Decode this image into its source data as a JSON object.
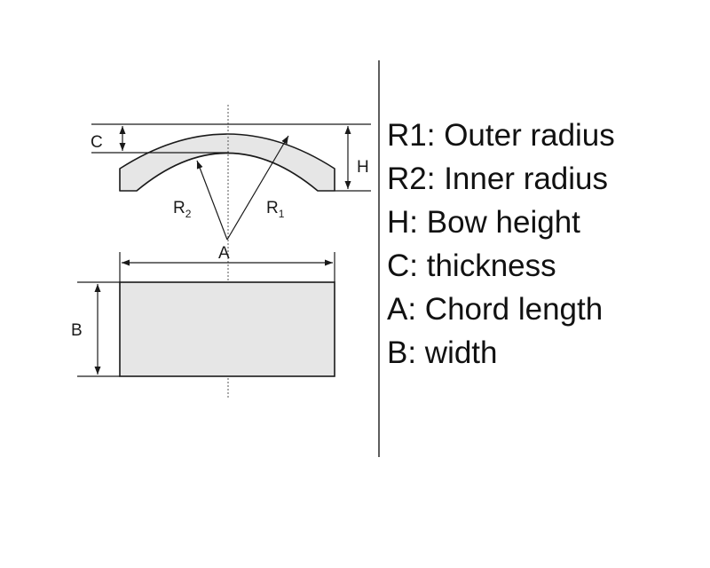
{
  "labels": {
    "c": "C",
    "h": "H",
    "r2": "R",
    "r2_sub": "2",
    "r1": "R",
    "r1_sub": "1",
    "a": "A",
    "b": "B"
  },
  "legend": [
    "R1: Outer radius",
    "R2: Inner radius",
    "H: Bow height",
    "C: thickness",
    "A: Chord length",
    "B: width"
  ],
  "colors": {
    "shape_fill": "#e6e6e6",
    "stroke": "#1a1a1a"
  }
}
